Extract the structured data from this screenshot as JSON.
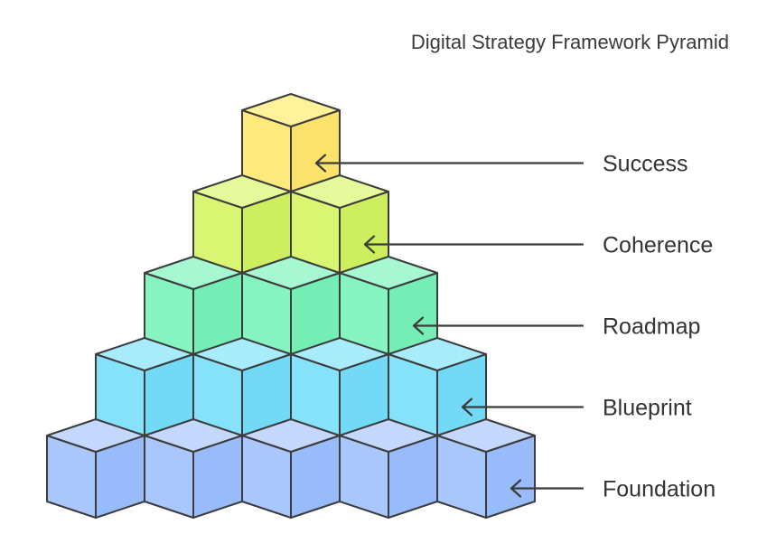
{
  "title": "Digital Strategy Framework Pyramid",
  "tiers": [
    {
      "label": "Success",
      "cubes": 1,
      "colors": {
        "top": "#fff29a",
        "left": "#fde97c",
        "right": "#fbe26b"
      }
    },
    {
      "label": "Coherence",
      "cubes": 2,
      "colors": {
        "top": "#e6f99a",
        "left": "#d9f572",
        "right": "#cdef5f"
      }
    },
    {
      "label": "Roadmap",
      "cubes": 3,
      "colors": {
        "top": "#a6f8d2",
        "left": "#86f4c0",
        "right": "#74eeb4"
      }
    },
    {
      "label": "Blueprint",
      "cubes": 4,
      "colors": {
        "top": "#a8ecfb",
        "left": "#86e2fb",
        "right": "#72d9f7"
      }
    },
    {
      "label": "Foundation",
      "cubes": 5,
      "colors": {
        "top": "#c4d8fd",
        "left": "#a9c6fd",
        "right": "#98bbfb"
      }
    }
  ],
  "colors": {
    "stroke": "#3c3c3c",
    "text": "#333333",
    "background": "#ffffff"
  }
}
